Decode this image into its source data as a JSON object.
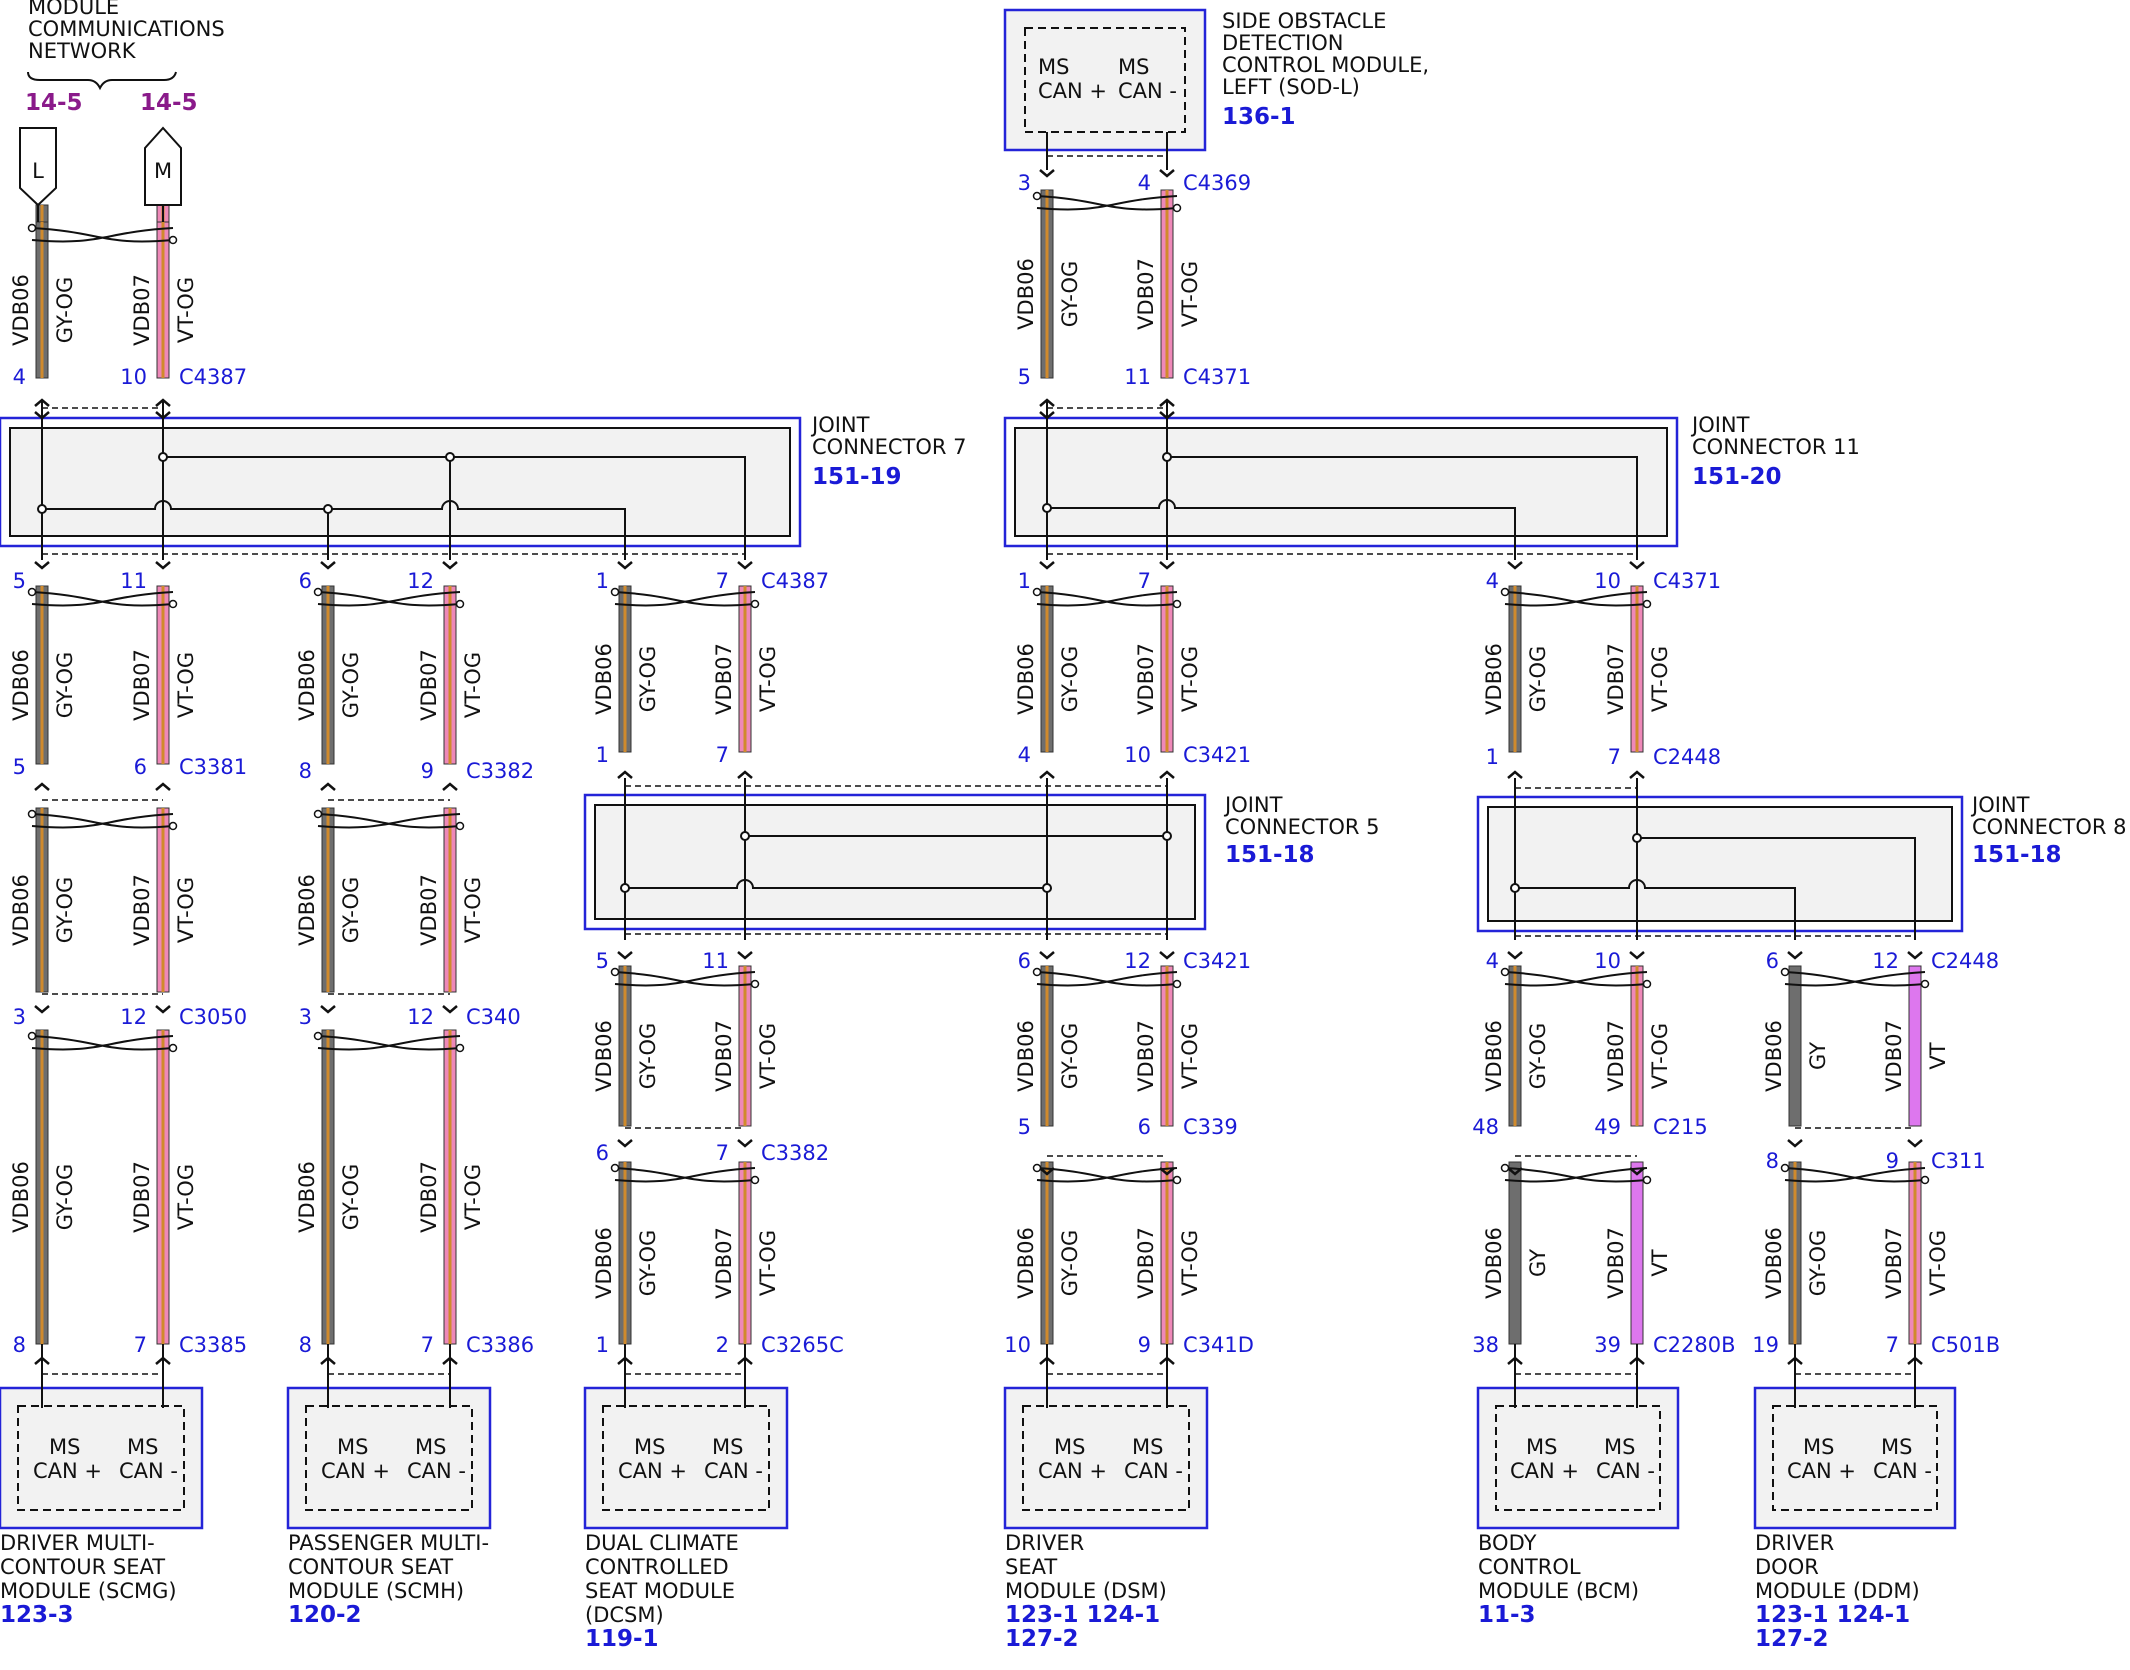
{
  "network": {
    "title": [
      "MODULE",
      "COMMUNICATIONS",
      "NETWORK"
    ],
    "refs": [
      "14-5",
      "14-5"
    ],
    "connectors": [
      "L",
      "M"
    ]
  },
  "sod_module": {
    "name": [
      "SIDE OBSTACLE",
      "DETECTION",
      "CONTROL MODULE,",
      "LEFT (SOD-L)"
    ],
    "ref": "136-1"
  },
  "joint_connectors": {
    "jc7": {
      "name": [
        "JOINT",
        "CONNECTOR 7"
      ],
      "ref": "151-19"
    },
    "jc11": {
      "name": [
        "JOINT",
        "CONNECTOR 11"
      ],
      "ref": "151-20"
    },
    "jc5": {
      "name": [
        "JOINT",
        "CONNECTOR 5"
      ],
      "ref": "151-18"
    },
    "jc8": {
      "name": [
        "JOINT",
        "CONNECTOR 8"
      ],
      "ref": "151-18"
    }
  },
  "pin_labels": {
    "can_plus": [
      "MS",
      "CAN +"
    ],
    "can_minus": [
      "MS",
      "CAN -"
    ]
  },
  "circuits": {
    "left": "VDB06",
    "right": "VDB07"
  },
  "wire_colors": {
    "gy_og": "GY-OG",
    "vt_og": "VT-OG",
    "gy": "GY",
    "vt": "VT"
  },
  "colors": {
    "module_border": "#2424d8",
    "module_fill": "#f2f2f2",
    "pin_text": "#1a1ad6",
    "ref_purple": "#8a1a8a",
    "wire_gy": "#6e6e6e",
    "wire_og": "#d08a2c",
    "wire_vt_pink": "#ee88b8",
    "wire_vt": "#dd77ee"
  },
  "connectors": {
    "c4387_top": {
      "pins": [
        "4",
        "10"
      ],
      "id": "C4387"
    },
    "c4369": {
      "pins": [
        "3",
        "4"
      ],
      "id": "C4369"
    },
    "c4371_top": {
      "pins": [
        "5",
        "11"
      ],
      "id": "C4371"
    },
    "jc7_out_a": {
      "pins": [
        "5",
        "11"
      ]
    },
    "jc7_out_b": {
      "pins": [
        "6",
        "12"
      ]
    },
    "jc7_out_c": {
      "pins": [
        "1",
        "7"
      ],
      "id": "C4387"
    },
    "jc11_out_a": {
      "pins": [
        "1",
        "7"
      ]
    },
    "jc11_out_b": {
      "pins": [
        "4",
        "10"
      ],
      "id": "C4371"
    },
    "c3381": {
      "pins": [
        "5",
        "6"
      ],
      "id": "C3381"
    },
    "c3382_a": {
      "pins": [
        "8",
        "9"
      ],
      "id": "C3382"
    },
    "jc5_in_a": {
      "pins": [
        "1",
        "7"
      ]
    },
    "c3421_in": {
      "pins": [
        "4",
        "10"
      ],
      "id": "C3421"
    },
    "c2448_in": {
      "pins": [
        "1",
        "7"
      ],
      "id": "C2448"
    },
    "c3050": {
      "pins": [
        "3",
        "12"
      ],
      "id": "C3050"
    },
    "c340": {
      "pins": [
        "3",
        "12"
      ],
      "id": "C340"
    },
    "jc5_out_a": {
      "pins": [
        "5",
        "11"
      ]
    },
    "c3421_out": {
      "pins": [
        "6",
        "12"
      ],
      "id": "C3421"
    },
    "jc8_out_a": {
      "pins": [
        "4",
        "10"
      ]
    },
    "c2448_out": {
      "pins": [
        "6",
        "12"
      ],
      "id": "C2448"
    },
    "c3382_b": {
      "pins": [
        "6",
        "7"
      ],
      "id": "C3382"
    },
    "c339": {
      "pins": [
        "5",
        "6"
      ],
      "id": "C339"
    },
    "c215": {
      "pins": [
        "48",
        "49"
      ],
      "id": "C215"
    },
    "c311": {
      "pins": [
        "8",
        "9"
      ],
      "id": "C311"
    },
    "c3385": {
      "pins": [
        "8",
        "7"
      ],
      "id": "C3385"
    },
    "c3386": {
      "pins": [
        "8",
        "7"
      ],
      "id": "C3386"
    },
    "c3265c": {
      "pins": [
        "1",
        "2"
      ],
      "id": "C3265C"
    },
    "c341d": {
      "pins": [
        "10",
        "9"
      ],
      "id": "C341D"
    },
    "c2280b": {
      "pins": [
        "38",
        "39"
      ],
      "id": "C2280B"
    },
    "c501b": {
      "pins": [
        "19",
        "7"
      ],
      "id": "C501B"
    }
  },
  "modules": [
    {
      "name": [
        "DRIVER MULTI-",
        "CONTOUR SEAT",
        "MODULE (SCMG)"
      ],
      "refs": [
        "123-3"
      ]
    },
    {
      "name": [
        "PASSENGER MULTI-",
        "CONTOUR SEAT",
        "MODULE (SCMH)"
      ],
      "refs": [
        "120-2"
      ]
    },
    {
      "name": [
        "DUAL CLIMATE",
        "CONTROLLED",
        "SEAT MODULE",
        "(DCSM)"
      ],
      "refs": [
        "119-1"
      ]
    },
    {
      "name": [
        "DRIVER",
        "SEAT",
        "MODULE (DSM)"
      ],
      "refs": [
        "123-1 124-1",
        "127-2"
      ]
    },
    {
      "name": [
        "BODY",
        "CONTROL",
        "MODULE (BCM)"
      ],
      "refs": [
        "11-3"
      ]
    },
    {
      "name": [
        "DRIVER",
        "DOOR",
        "MODULE (DDM)"
      ],
      "refs": [
        "123-1 124-1",
        "127-2"
      ]
    }
  ]
}
